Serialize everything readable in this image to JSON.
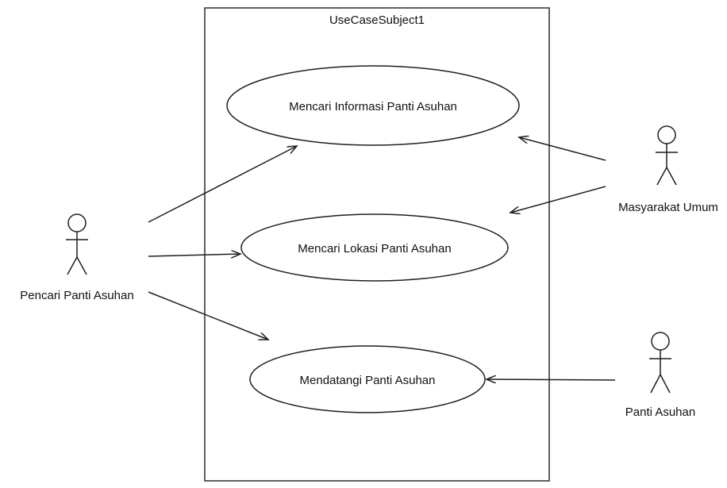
{
  "subject": {
    "title": "UseCaseSubject1"
  },
  "use_cases": {
    "info": "Mencari Informasi Panti Asuhan",
    "lokasi": "Mencari Lokasi Panti Asuhan",
    "datang": "Mendatangi Panti Asuhan"
  },
  "actors": {
    "pencari": "Pencari Panti Asuhan",
    "masyarakat": "Masyarakat Umum",
    "panti": "Panti Asuhan"
  }
}
